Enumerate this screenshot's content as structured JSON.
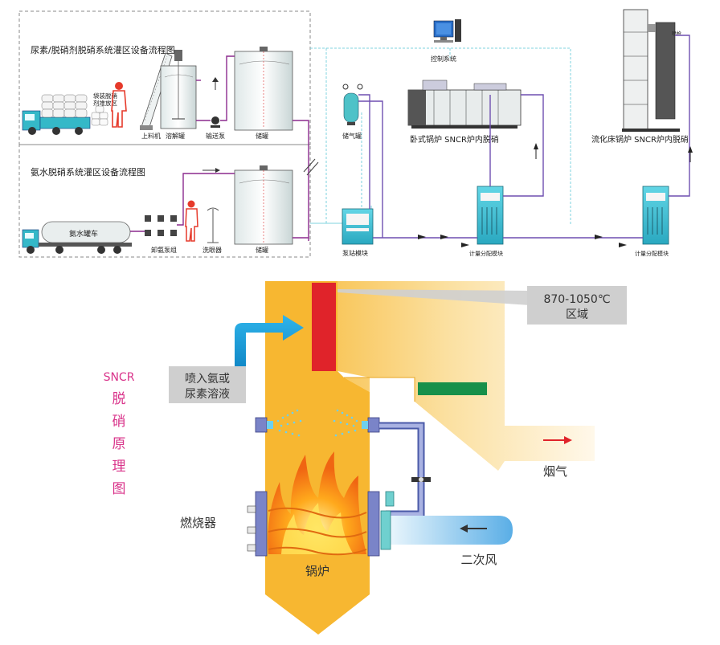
{
  "flow": {
    "urea_section_title": "尿素/脱硝剂脱硝系统灌区设备流程图",
    "ammonia_section_title": "氨水脱硝系统灌区设备流程图",
    "bagged_storage_line1": "袋装脱硝",
    "bagged_storage_line2": "剂堆放区",
    "feeder": "上料机",
    "dissolving_tank": "溶解罐",
    "transfer_pump": "输送泵",
    "storage_tank": "储罐",
    "ammonia_truck": "氨水罐车",
    "unloading_pump": "卸氨泵组",
    "eyewash": "洗眼器",
    "storage_tank_2": "储罐",
    "control_system": "控制系统",
    "air_tank": "储气罐",
    "horizontal_boiler": "卧式锅炉 SNCR炉内脱硝",
    "cfb_boiler": "流化床锅炉 SNCR炉内脱硝",
    "pump_module": "泵站模块",
    "metering_module_1": "计量分配模块",
    "metering_module_2": "计量分配模块",
    "spray_gun": "喷枪"
  },
  "principle": {
    "title_chars": [
      "SNCR",
      "脱",
      "硝",
      "原",
      "理",
      "图"
    ],
    "temp_zone_line1": "870-1050℃",
    "temp_zone_line2": "区域",
    "inject_line1": "喷入氨或",
    "inject_line2": "尿素溶液",
    "burner": "燃烧器",
    "boiler": "锅炉",
    "flue_gas": "烟气",
    "secondary_air": "二次风"
  },
  "colors": {
    "furnace": "#f7b731",
    "reaction_zone": "#e0232a",
    "inject_arrow": "#1aa0dc",
    "title_pink": "#d9338a",
    "green_bar": "#17904a",
    "air_duct": "#7db9e8",
    "pipe_purple": "#8b2a8e",
    "pipe_cyan": "#7fd3df"
  }
}
